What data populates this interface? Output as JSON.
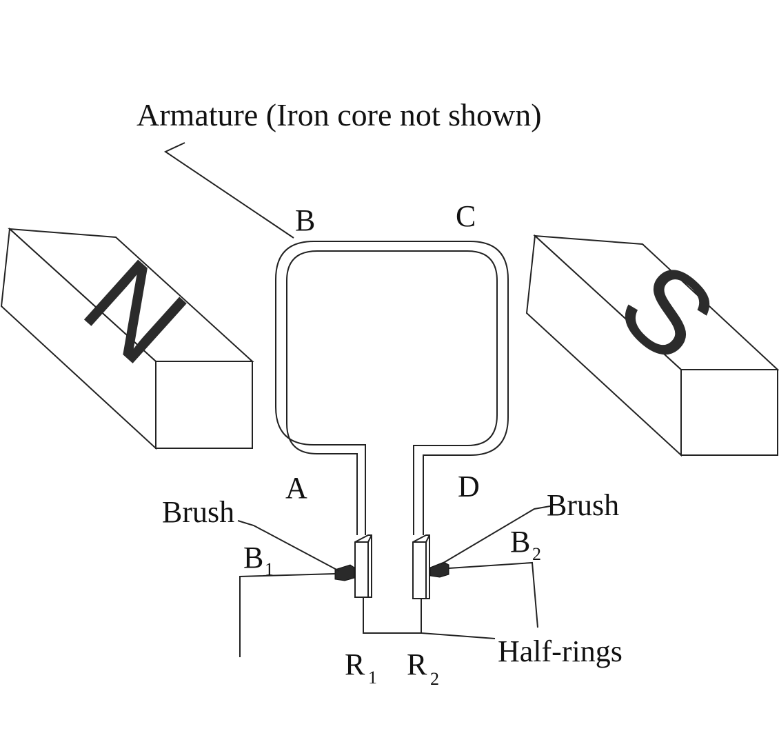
{
  "title": "Armature (Iron core not shown)",
  "magnets": {
    "north": "N",
    "south": "S"
  },
  "coil_corners": {
    "a": "A",
    "b": "B",
    "c": "C",
    "d": "D"
  },
  "brush_left": {
    "label": "Brush",
    "name": "B",
    "subscript": "1"
  },
  "brush_right": {
    "label": "Brush",
    "name": "B",
    "subscript": "2"
  },
  "rings": {
    "label": "Half-rings",
    "r1": {
      "name": "R",
      "subscript": "1"
    },
    "r2": {
      "name": "R",
      "subscript": "2"
    }
  }
}
